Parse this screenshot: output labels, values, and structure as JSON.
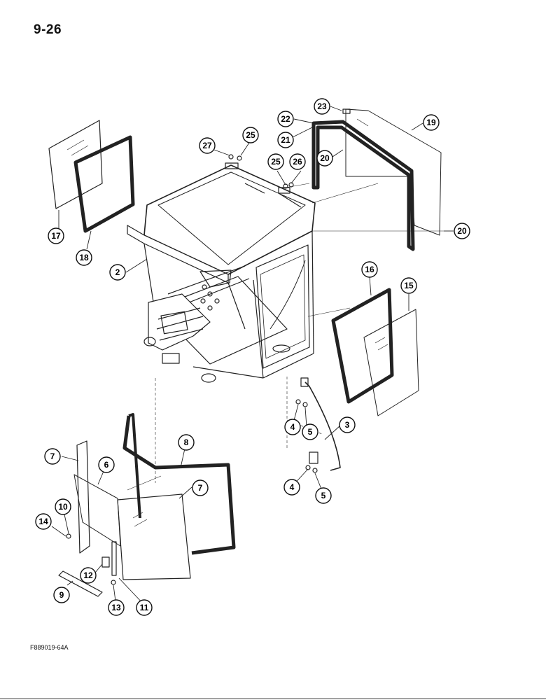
{
  "page": {
    "number": "9-26",
    "figure_code": "F889019-64A"
  },
  "callouts": [
    {
      "id": "c2",
      "label": "2"
    },
    {
      "id": "c3",
      "label": "3"
    },
    {
      "id": "c4a",
      "label": "4"
    },
    {
      "id": "c4b",
      "label": "4"
    },
    {
      "id": "c5a",
      "label": "5"
    },
    {
      "id": "c5b",
      "label": "5"
    },
    {
      "id": "c6",
      "label": "6"
    },
    {
      "id": "c7a",
      "label": "7"
    },
    {
      "id": "c7b",
      "label": "7"
    },
    {
      "id": "c8",
      "label": "8"
    },
    {
      "id": "c9",
      "label": "9"
    },
    {
      "id": "c10",
      "label": "10"
    },
    {
      "id": "c11",
      "label": "11"
    },
    {
      "id": "c12",
      "label": "12"
    },
    {
      "id": "c13",
      "label": "13"
    },
    {
      "id": "c14",
      "label": "14"
    },
    {
      "id": "c15",
      "label": "15"
    },
    {
      "id": "c16",
      "label": "16"
    },
    {
      "id": "c17",
      "label": "17"
    },
    {
      "id": "c18",
      "label": "18"
    },
    {
      "id": "c19",
      "label": "19"
    },
    {
      "id": "c20a",
      "label": "20"
    },
    {
      "id": "c20b",
      "label": "20"
    },
    {
      "id": "c21",
      "label": "21"
    },
    {
      "id": "c22",
      "label": "22"
    },
    {
      "id": "c23",
      "label": "23"
    },
    {
      "id": "c25a",
      "label": "25"
    },
    {
      "id": "c25b",
      "label": "25"
    },
    {
      "id": "c26",
      "label": "26"
    },
    {
      "id": "c27",
      "label": "27"
    }
  ]
}
